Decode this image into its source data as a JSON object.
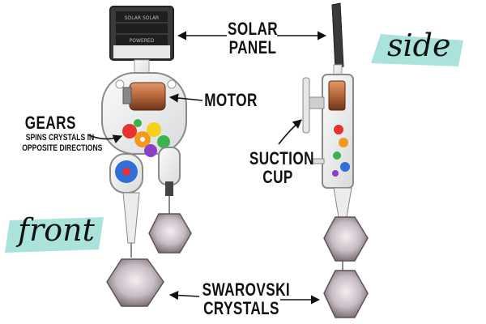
{
  "labels": {
    "solar_panel_line1": "SOLAR",
    "solar_panel_line2": "PANEL",
    "motor": "MOTOR",
    "gears": "GEARS",
    "gears_note_line1": "SPINS CRYSTALS IN",
    "gears_note_line2": "OPPOSITE DIRECTIONS",
    "suction_cup_line1": "SUCTION",
    "suction_cup_line2": "CUP",
    "crystals_line1": "SWAROVSKI",
    "crystals_line2": "CRYSTALS",
    "panel_text_line1": "SOLAR SOLAR",
    "panel_text_line2": "POWERED"
  },
  "views": {
    "front": "front",
    "side": "side"
  },
  "colors": {
    "mint_swatch": "#a9e3db",
    "ink": "#111111",
    "motor_copper": "#b5653a",
    "gear_red": "#e8322f",
    "gear_orange": "#f39a1e",
    "gear_yellow": "#f4d21b",
    "gear_green": "#3bb34a",
    "gear_blue": "#2f6fd8",
    "gear_purple": "#8a3fc6",
    "crystal": "#d9d2d6"
  }
}
